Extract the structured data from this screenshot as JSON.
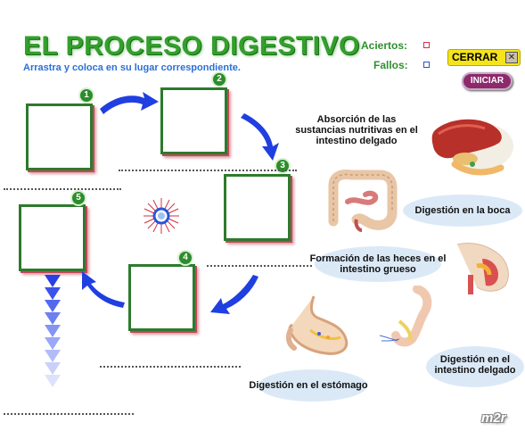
{
  "header": {
    "title": "EL PROCESO DIGESTIVO",
    "subtitle": "Arrastra y coloca en su lugar correspondiente."
  },
  "score": {
    "hits_label": "Aciertos:",
    "misses_label": "Fallos:"
  },
  "controls": {
    "close_label": "CERRAR",
    "close_glyph": "✕",
    "start_label": "INICIAR"
  },
  "steps": [
    {
      "number": "1"
    },
    {
      "number": "2"
    },
    {
      "number": "3"
    },
    {
      "number": "4"
    },
    {
      "number": "5"
    }
  ],
  "labels": {
    "absorption": "Absorción de las sustancias nutritivas en el intestino delgado",
    "mouth": "Digestión en la boca",
    "feces": "Formación de las heces en el intestino grueso",
    "stomach": "Digestión en el estómago",
    "small_intestine": "Digestión en el intestino delgado"
  },
  "logo": {
    "text": "m2r"
  },
  "colors": {
    "title_green": "#33a02c",
    "subtitle_blue": "#2b6fd6",
    "slot_border": "#2d7a2d",
    "arrow_blue": "#1f3fe0",
    "close_yellow": "#f4e41c",
    "start_purple": "#8c2a6b"
  }
}
